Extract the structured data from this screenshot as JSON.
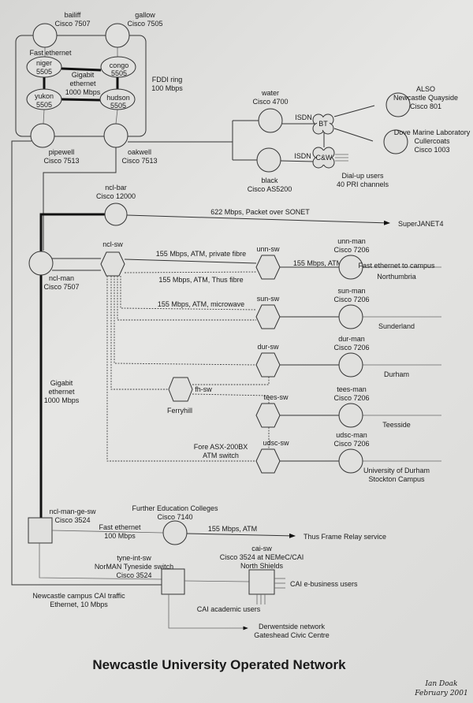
{
  "title": "Newcastle University Operated Network",
  "signature": {
    "name": "Ian Doak",
    "date": "February 2001"
  },
  "core": {
    "bailiff": [
      "bailiff",
      "Cisco 7507"
    ],
    "gallow": [
      "gallow",
      "Cisco 7505"
    ],
    "niger": [
      "niger",
      "5505"
    ],
    "congo": [
      "congo",
      "5505"
    ],
    "yukon": [
      "yukon",
      "5505"
    ],
    "hudson": [
      "hudson",
      "5505"
    ],
    "pipewell": [
      "pipewell",
      "Cisco 7513"
    ],
    "oakwell": [
      "oakwell",
      "Cisco 7513"
    ],
    "fast_ethernet": "Fast ethernet",
    "gigabit": [
      "Gigabit",
      "ethernet",
      "1000 Mbps"
    ],
    "fddi": [
      "FDDI ring",
      "100 Mbps"
    ]
  },
  "isdn": {
    "water": [
      "water",
      "Cisco 4700"
    ],
    "black": [
      "black",
      "Cisco AS5200"
    ],
    "isdn_label": "ISDN",
    "bt": "BT",
    "cw": "C&W",
    "also": [
      "ALSO",
      "Newcastle Quayside",
      "Cisco 801"
    ],
    "dove": [
      "Dove Marine Laboratory",
      "Cullercoats",
      "Cisco 1003"
    ],
    "dialup": [
      "Dial-up users",
      "40 PRI channels"
    ]
  },
  "wan": {
    "ncl_bar": [
      "ncl-bar",
      "Cisco 12000"
    ],
    "sonet": "622 Mbps, Packet over SONET",
    "superjanet": "SuperJANET4",
    "ncl_man": [
      "ncl-man",
      "Cisco 7507"
    ],
    "ncl_sw": "ncl-sw",
    "private_fibre": "155 Mbps, ATM, private fibre",
    "thus_fibre": "155 Mbps, ATM, Thus fibre",
    "microwave": "155 Mbps, ATM, microwave",
    "atm": "155 Mbps, ATM",
    "gigabit": [
      "Gigabit",
      "ethernet",
      "1000 Mbps"
    ],
    "fore": [
      "Fore ASX-200BX",
      "ATM switch"
    ],
    "fh_sw": "fh-sw",
    "ferryhill": "Ferryhill"
  },
  "sites": [
    {
      "sw": "unn-sw",
      "man": [
        "unn-man",
        "Cisco 7206"
      ],
      "place": [
        "Northumbria"
      ],
      "extra": "Fast ethernet to campus"
    },
    {
      "sw": "sun-sw",
      "man": [
        "sun-man",
        "Cisco 7206"
      ],
      "place": [
        "Sunderland"
      ]
    },
    {
      "sw": "dur-sw",
      "man": [
        "dur-man",
        "Cisco 7206"
      ],
      "place": [
        "Durham"
      ]
    },
    {
      "sw": "tees-sw",
      "man": [
        "tees-man",
        "Cisco 7206"
      ],
      "place": [
        "Teesside"
      ]
    },
    {
      "sw": "udsc-sw",
      "man": [
        "udsc-man",
        "Cisco 7206"
      ],
      "place": [
        "University of Durham",
        "Stockton Campus"
      ]
    }
  ],
  "lower": {
    "ge_sw": [
      "ncl-man-ge-sw",
      "Cisco 3524"
    ],
    "fe": [
      "Fast ethernet",
      "100 Mbps"
    ],
    "fec": [
      "Further Education Colleges",
      "Cisco 7140"
    ],
    "atm": "155 Mbps, ATM",
    "thus_frame": "Thus Frame Relay service",
    "tyne": [
      "tyne-int-sw",
      "NorMAN Tyneside switch",
      "Cisco 3524"
    ],
    "cai": [
      "cai-sw",
      "Cisco 3524 at NEMeC/CAI",
      "North Shields"
    ],
    "cai_ebiz": "CAI e-business users",
    "cai_acad": "CAI academic users",
    "campus_cai": [
      "Newcastle campus CAI traffic",
      "Ethernet, 10 Mbps"
    ],
    "derwent": [
      "Derwentside network",
      "Gateshead Civic Centre"
    ]
  }
}
